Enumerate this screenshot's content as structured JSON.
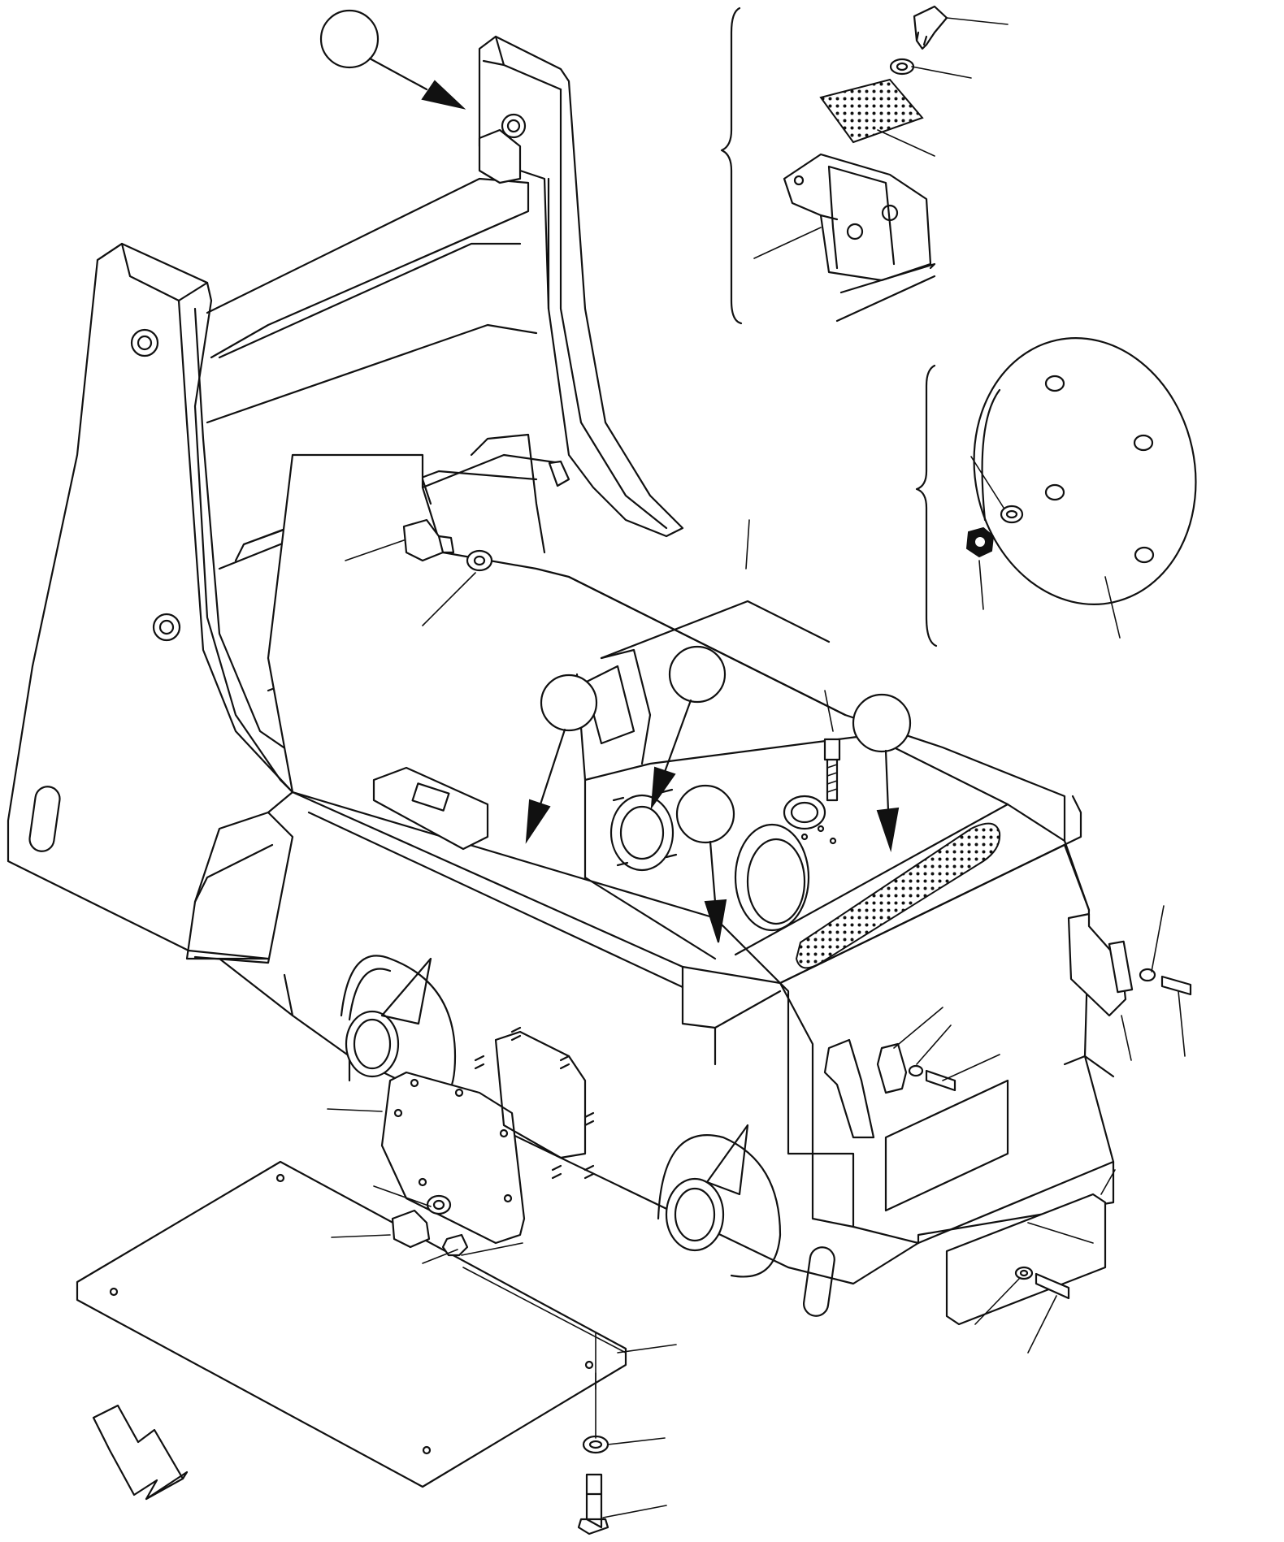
{
  "diagram": {
    "kind": "exploded parts drawing",
    "line_color": "#111111",
    "background": "#ffffff",
    "callout_count": 6,
    "leader_count": 26,
    "icons": [
      "callout-balloon",
      "direction-arrow",
      "flange-plate",
      "mounting-bracket"
    ]
  }
}
